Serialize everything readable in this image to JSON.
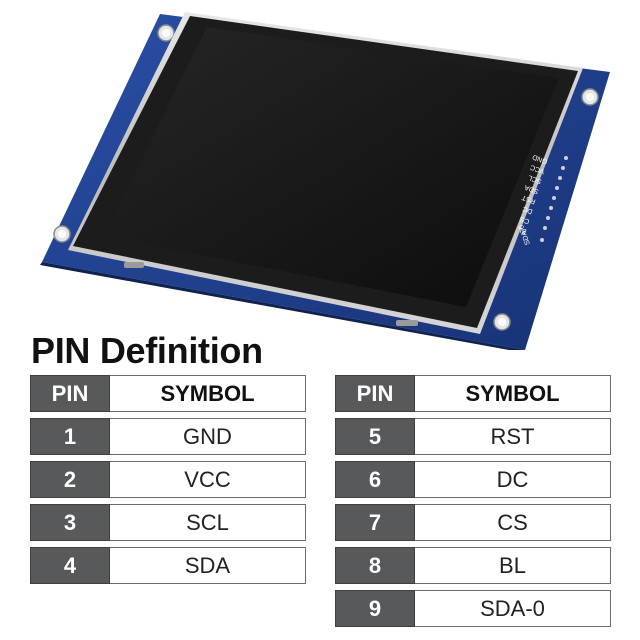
{
  "board": {
    "pin_labels": [
      "GND",
      "VCC",
      "SCL",
      "SDA",
      "RST",
      "DC",
      "CS",
      "BL",
      "SDA-0"
    ]
  },
  "heading": "PIN Definition",
  "table_headers": {
    "pin": "PIN",
    "symbol": "SYMBOL"
  },
  "left_rows": [
    {
      "pin": "1",
      "symbol": "GND"
    },
    {
      "pin": "2",
      "symbol": "VCC"
    },
    {
      "pin": "3",
      "symbol": "SCL"
    },
    {
      "pin": "4",
      "symbol": "SDA"
    }
  ],
  "right_rows": [
    {
      "pin": "5",
      "symbol": "RST"
    },
    {
      "pin": "6",
      "symbol": "DC"
    },
    {
      "pin": "7",
      "symbol": "CS"
    },
    {
      "pin": "8",
      "symbol": "BL"
    },
    {
      "pin": "9",
      "symbol": "SDA-0"
    }
  ],
  "colors": {
    "pcb": "#1e3f8f",
    "screen": "#151515",
    "pin_cell": "#58595b"
  }
}
